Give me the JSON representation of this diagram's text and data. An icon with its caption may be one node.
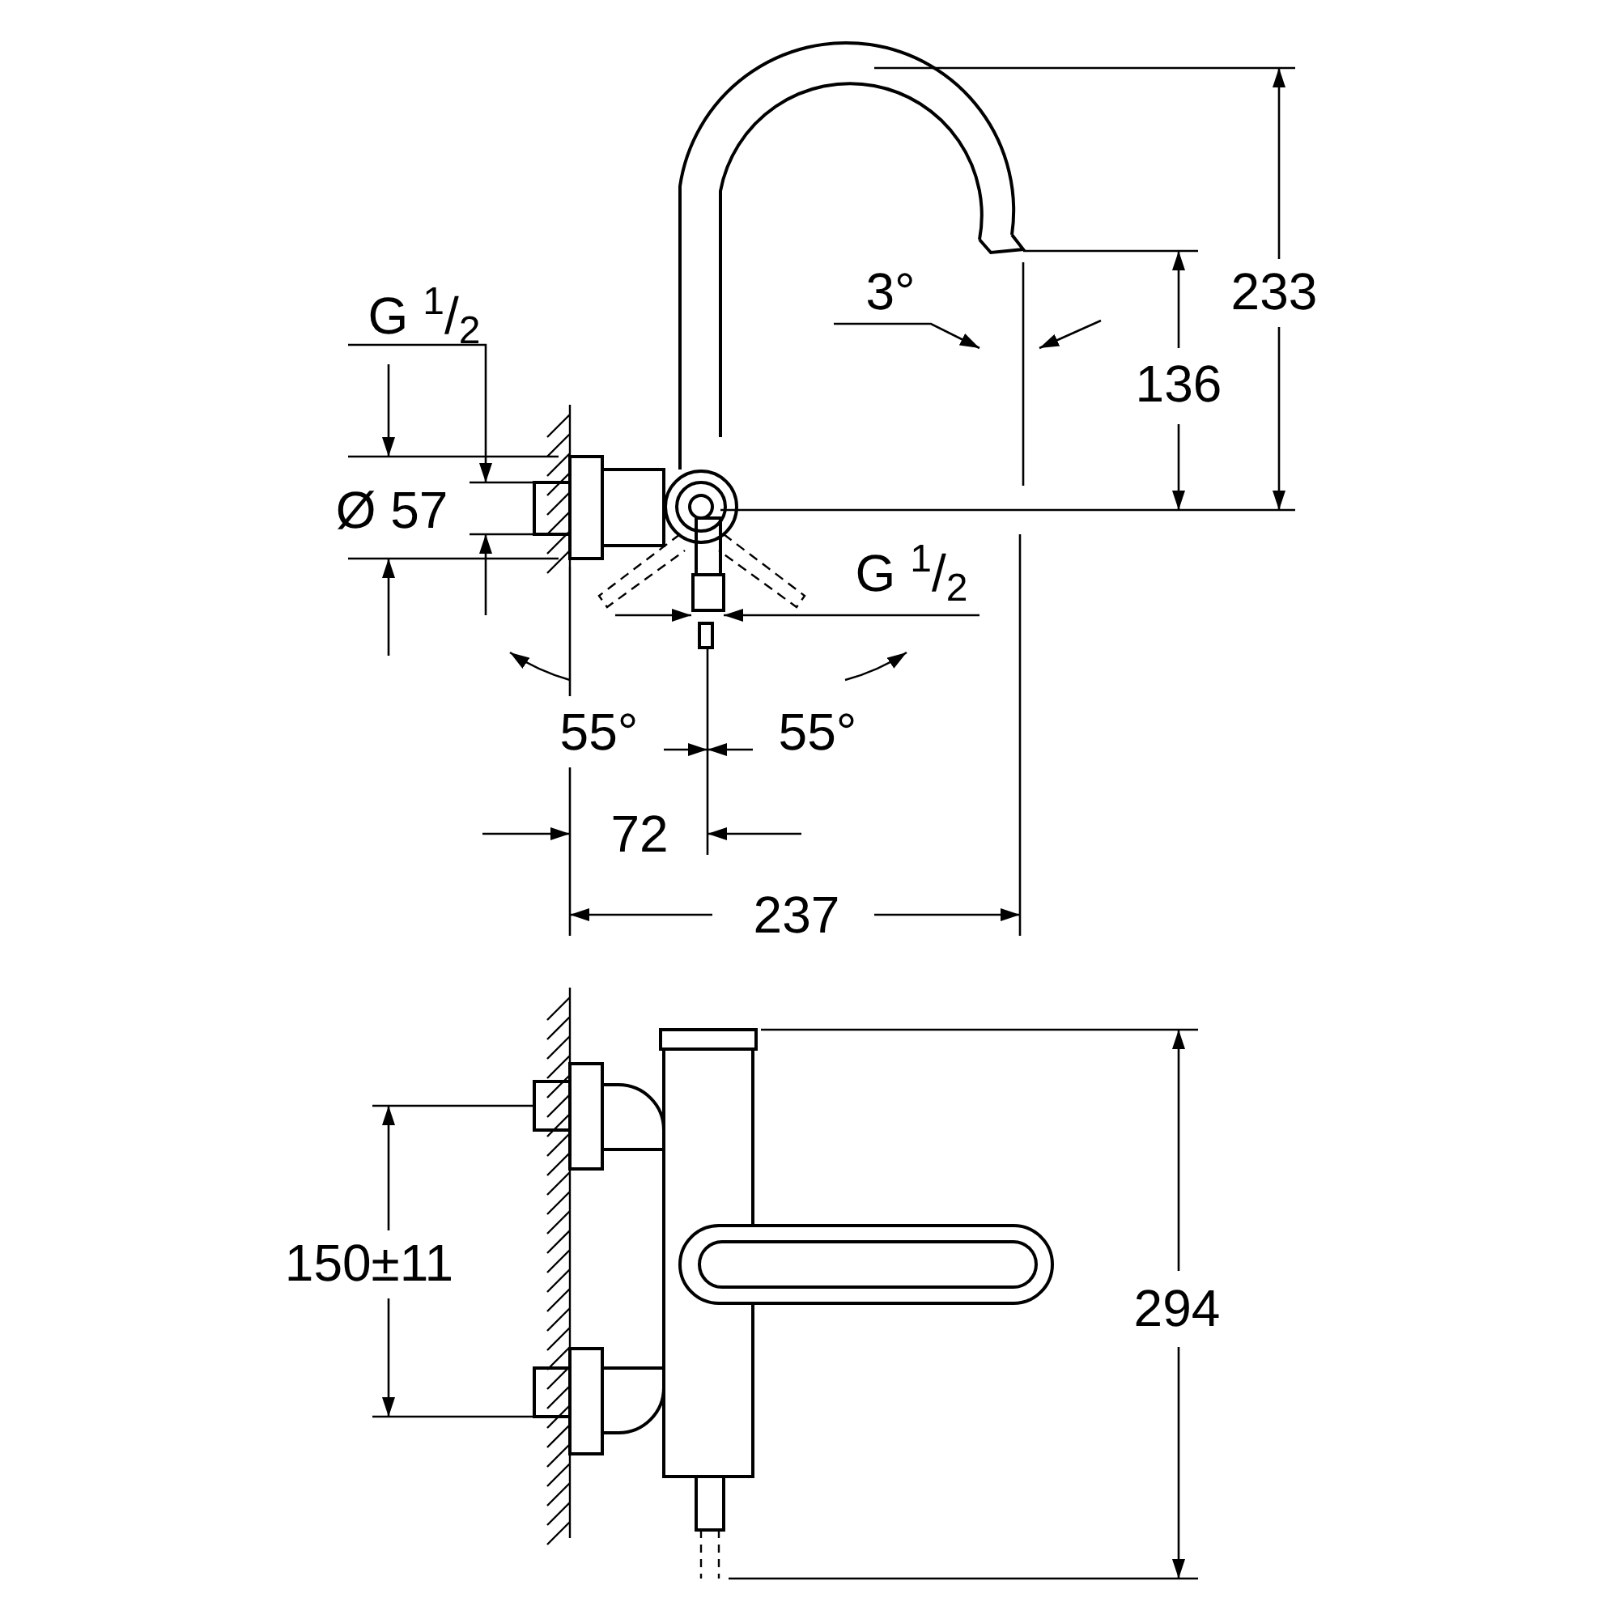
{
  "diagram": {
    "labels": [
      "G $^{1}$/$_{2}$",
      "3°",
      "233",
      "136",
      "Ø 57",
      "G $^{1}$/$_{2}$",
      "55°",
      "55°",
      "72",
      "237",
      "150±11",
      "294"
    ]
  }
}
